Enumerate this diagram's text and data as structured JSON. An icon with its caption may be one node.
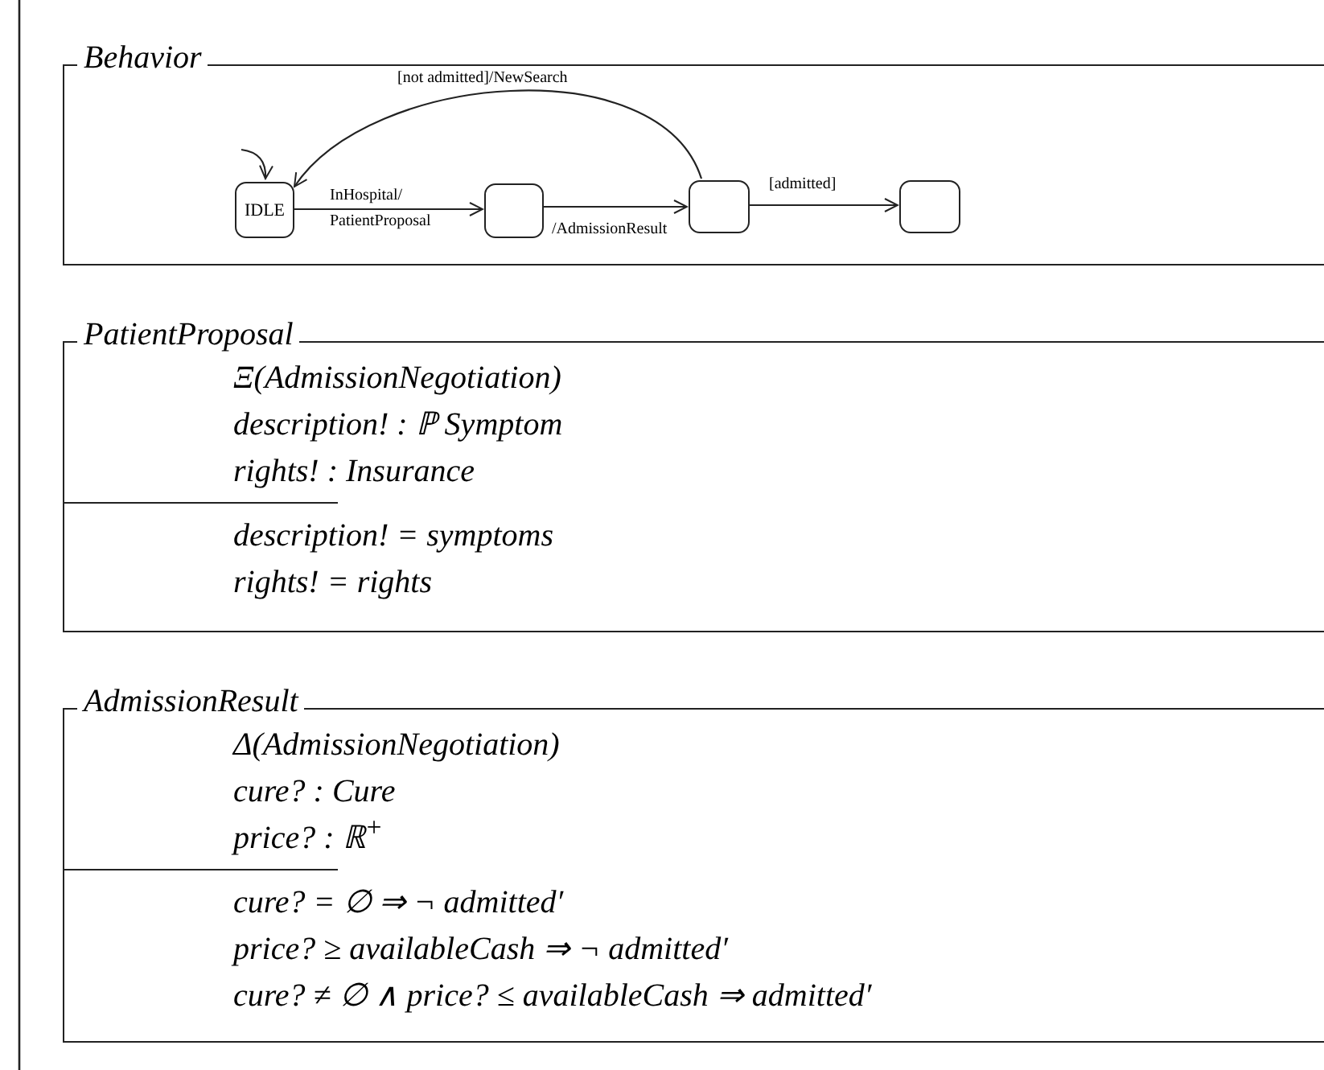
{
  "diagram": {
    "nodes": [
      {
        "text": [
          "Behavior"
        ]
      },
      {
        "text": [
          "IDLE"
        ],
        "in": 0
      },
      {
        "text": [],
        "shape": "box",
        "in": 0
      },
      {
        "text": [],
        "shape": "box",
        "in": 0
      },
      {
        "text": [],
        "shape": "box",
        "in": 0
      },
      {
        "text": [
          "PatientProposal",
          "Ξ(AdmissionNegotiation)",
          "description! : ℙ Symptom",
          "rights! : Insurance",
          "description! = symptoms",
          "rights! = rights"
        ]
      },
      {
        "text": [
          "AdmissionResult",
          "Δ(AdmissionNegotiation)",
          "cure? : Cure",
          "price? : ℝ$^{+}$",
          "cure? = ∅ ⇒ ¬ admitted′",
          "price? ≥ availableCash ⇒ ¬ admitted′",
          "cure? ≠ ∅ ∧ price? ≤ availableCash ⇒ admitted′"
        ]
      }
    ],
    "edges": [
      {
        "from": null,
        "to": 1,
        "arrow": "to"
      },
      {
        "from": 1,
        "to": 2,
        "arrow": "to",
        "label": "InHospital/ PatientProposal"
      },
      {
        "from": 2,
        "to": 3,
        "arrow": "to",
        "label": "/AdmissionResult"
      },
      {
        "from": 3,
        "to": 1,
        "arrow": "to",
        "label": "[not admitted]/NewSearch"
      },
      {
        "from": 3,
        "to": 4,
        "arrow": "to",
        "label": "[admitted]"
      }
    ]
  }
}
